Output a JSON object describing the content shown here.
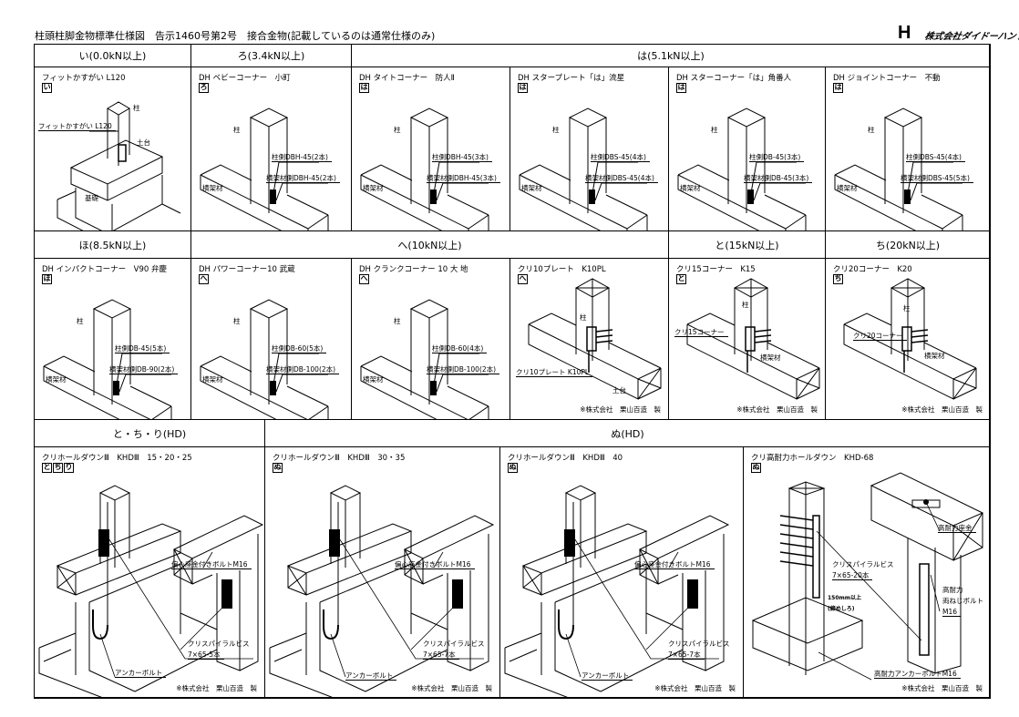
{
  "title": "柱頭柱脚金物標準仕様図　告示1460号第2号　接合金物(記載しているのは通常仕様のみ)",
  "logo": {
    "mark": "H",
    "company": "株式会社ダイドーハント"
  },
  "rows": [
    {
      "headers": [
        "い(0.0kN以上)",
        "ろ(3.4kN以上)",
        "は(5.1kN以上)"
      ],
      "cells": [
        {
          "name": "フィットかすがい L120",
          "badges": [
            "い"
          ],
          "drawing": "foundation",
          "labels": [
            "フィットかすがい L120",
            "柱",
            "土台",
            "基礎"
          ]
        },
        {
          "name": "DH ベビーコーナー　小町",
          "badges": [
            "ろ"
          ],
          "drawing": "t",
          "labels": [
            "柱",
            "柱側DBH-45(2本)",
            "横架材側DBH-45(2本)",
            "横架材"
          ]
        },
        {
          "name": "DH タイトコーナー　防人Ⅱ",
          "badges": [
            "は"
          ],
          "drawing": "t",
          "labels": [
            "柱",
            "柱側DBH-45(3本)",
            "横架材側DBH-45(3本)",
            "横架材"
          ]
        },
        {
          "name": "DH スタープレート「は」流星",
          "badges": [
            "は"
          ],
          "drawing": "t",
          "labels": [
            "柱",
            "柱側DBS-45(4本)",
            "横架材側DBS-45(4本)",
            "横架材"
          ]
        },
        {
          "name": "DH スターコーナー「は」角番人",
          "badges": [
            "は"
          ],
          "drawing": "t",
          "labels": [
            "柱",
            "柱側DB-45(3本)",
            "横架材側DB-45(3本)",
            "横架材"
          ]
        },
        {
          "name": "DH ジョイントコーナー　不動",
          "badges": [
            "は"
          ],
          "drawing": "t",
          "labels": [
            "柱",
            "柱側DBS-45(4本)",
            "横架材側DBS-45(5本)",
            "横架材"
          ]
        }
      ]
    },
    {
      "headers": [
        "ほ(8.5kN以上)",
        "へ(10kN以上)",
        "と(15kN以上)",
        "ち(20kN以上)"
      ],
      "cells": [
        {
          "name": "DH インパクトコーナー　V90 弁慶",
          "badges": [
            "ほ"
          ],
          "drawing": "t",
          "labels": [
            "柱",
            "柱側DB-45(5本)",
            "横架材側DB-90(2本)",
            "横架材"
          ]
        },
        {
          "name": "DH パワーコーナー10 武蔵",
          "badges": [
            "へ"
          ],
          "drawing": "t",
          "labels": [
            "柱",
            "柱側DB-60(5本)",
            "横架材側DB-100(2本)",
            "横架材"
          ]
        },
        {
          "name": "DH クランクコーナー 10 大 地",
          "badges": [
            "へ"
          ],
          "drawing": "t",
          "labels": [
            "柱",
            "柱側DB-60(4本)",
            "横架材側DB-100(2本)",
            "横架材"
          ]
        },
        {
          "name": "クリ10プレート　K10PL",
          "badges": [
            "へ"
          ],
          "drawing": "k",
          "labels": [
            "柱",
            "クリ10プレート K10PL",
            "土台"
          ],
          "footer": "※株式会社　栗山百造　製"
        },
        {
          "name": "クリ15コーナー　K15",
          "badges": [
            "と"
          ],
          "drawing": "k",
          "labels": [
            "柱",
            "クリ15コーナー",
            "横架材"
          ],
          "footer": "※株式会社　栗山百造　製"
        },
        {
          "name": "クリ20コーナー　K20",
          "badges": [
            "ち"
          ],
          "drawing": "k",
          "labels": [
            "柱",
            "クリ20コーナー",
            "横架材"
          ],
          "footer": "※株式会社　栗山百造　製"
        }
      ]
    },
    {
      "headers": [
        "と・ち・り(HD)",
        "ぬ(HD)"
      ],
      "cells": [
        {
          "name": "クリホールダウンⅢ　KHDⅢ　15・20・25",
          "badges": [
            "と",
            "ち",
            "り"
          ],
          "drawing": "hd",
          "labels": [
            "偏心座金付きボルトM16",
            "クリスパイラルビス",
            "7×65-5本",
            "アンカーボルト"
          ],
          "footer": "※株式会社　栗山百造　製"
        },
        {
          "name": "クリホールダウンⅢ　KHDⅢ　30・35",
          "badges": [
            "ぬ"
          ],
          "drawing": "hd",
          "labels": [
            "偏心座金付きボルトM16",
            "クリスパイラルビス",
            "7×65-7本",
            "アンカーボルト"
          ],
          "footer": "※株式会社　栗山百造　製"
        },
        {
          "name": "クリホールダウンⅢ　KHDⅢ　40",
          "badges": [
            "ぬ"
          ],
          "drawing": "hd",
          "labels": [
            "偏心座金付きボルトM16",
            "クリスパイラルビス",
            "7×65-7本",
            "アンカーボルト"
          ],
          "footer": "※株式会社　栗山百造　製"
        },
        {
          "name": "クリ高耐力ホールダウン　KHD-68",
          "badges": [
            "ぬ"
          ],
          "drawing": "hd68",
          "labels": [
            "高耐力座金",
            "クリスパイラルビス",
            "7×65-20本",
            "高耐力",
            "両ねじボルト",
            "M16",
            "150mm以上",
            "(締めしろ)",
            "高耐力アンカーボルトM16"
          ],
          "footer": "※株式会社　栗山百造　製"
        }
      ]
    }
  ]
}
